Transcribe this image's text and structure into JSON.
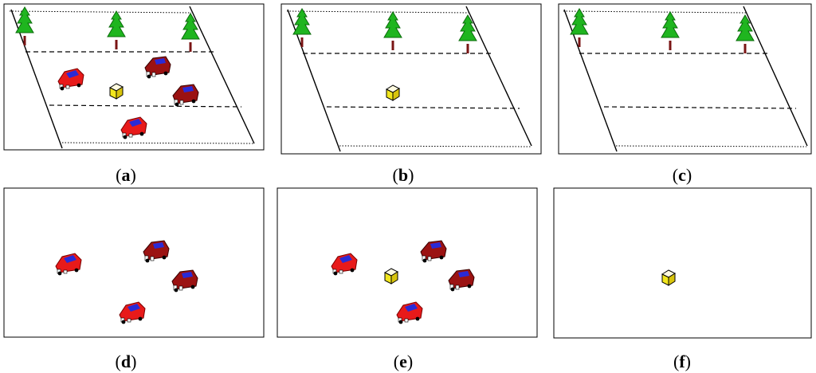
{
  "panels": [
    {
      "id": "a",
      "label": "a",
      "scene": "road",
      "trees": 3,
      "cars": 4,
      "box": true
    },
    {
      "id": "b",
      "label": "b",
      "scene": "road",
      "trees": 3,
      "cars": 0,
      "box": true
    },
    {
      "id": "c",
      "label": "c",
      "scene": "road",
      "trees": 3,
      "cars": 0,
      "box": false
    },
    {
      "id": "d",
      "label": "d",
      "scene": "blank",
      "trees": 0,
      "cars": 4,
      "box": false
    },
    {
      "id": "e",
      "label": "e",
      "scene": "blank",
      "trees": 0,
      "cars": 4,
      "box": true
    },
    {
      "id": "f",
      "label": "f",
      "scene": "blank",
      "trees": 0,
      "cars": 0,
      "box": true
    }
  ],
  "colors": {
    "tree_green": "#1fb51f",
    "tree_dark": "#0b6b0b",
    "trunk": "#7a1414",
    "car_red": "#e81a1a",
    "car_maroon": "#9b1212",
    "car_blue": "#2a2ad6",
    "box_yellow": "#f1e61e",
    "box_top": "#fffbe0"
  }
}
